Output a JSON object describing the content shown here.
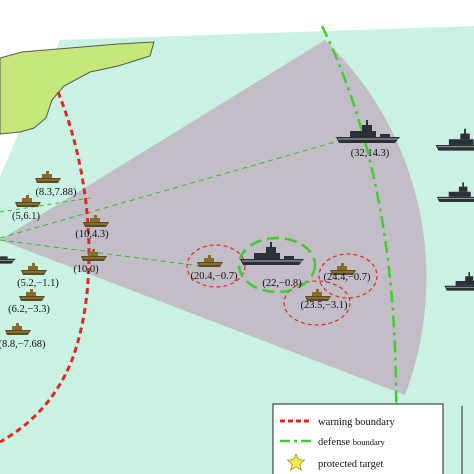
{
  "colors": {
    "background_zone": "#c9f2e3",
    "sector": "#c2bdc6",
    "land": "#c6e87a",
    "warning_boundary": "#e32626",
    "defense_boundary": "#3fcf2a",
    "target_line": "#2fbf2a",
    "ship": "#2b2f36",
    "boat": "#8a6a2a",
    "star": "#f4e94a"
  },
  "ships": [
    {
      "label": "(32,14.3)"
    },
    {
      "label": "(22,−0.8)"
    },
    {
      "label": "(20.4,−0.7)"
    },
    {
      "label": "(24.4,−0.7)"
    },
    {
      "label": "(23.5,−3.1)"
    },
    {
      "label": "(8.3,7.88)"
    },
    {
      "label": "(5,6.1)"
    },
    {
      "label": "(10,4.3)"
    },
    {
      "label": "(10,0)"
    },
    {
      "label": "(5.2,−1.1)"
    },
    {
      "label": "(6.2,−3.3)"
    },
    {
      "label": "(8.8,−7.68)"
    }
  ],
  "legend": {
    "warning": "warning boundary",
    "defense_main": "defense ",
    "defense_small": "boundary",
    "target": "protected target"
  }
}
